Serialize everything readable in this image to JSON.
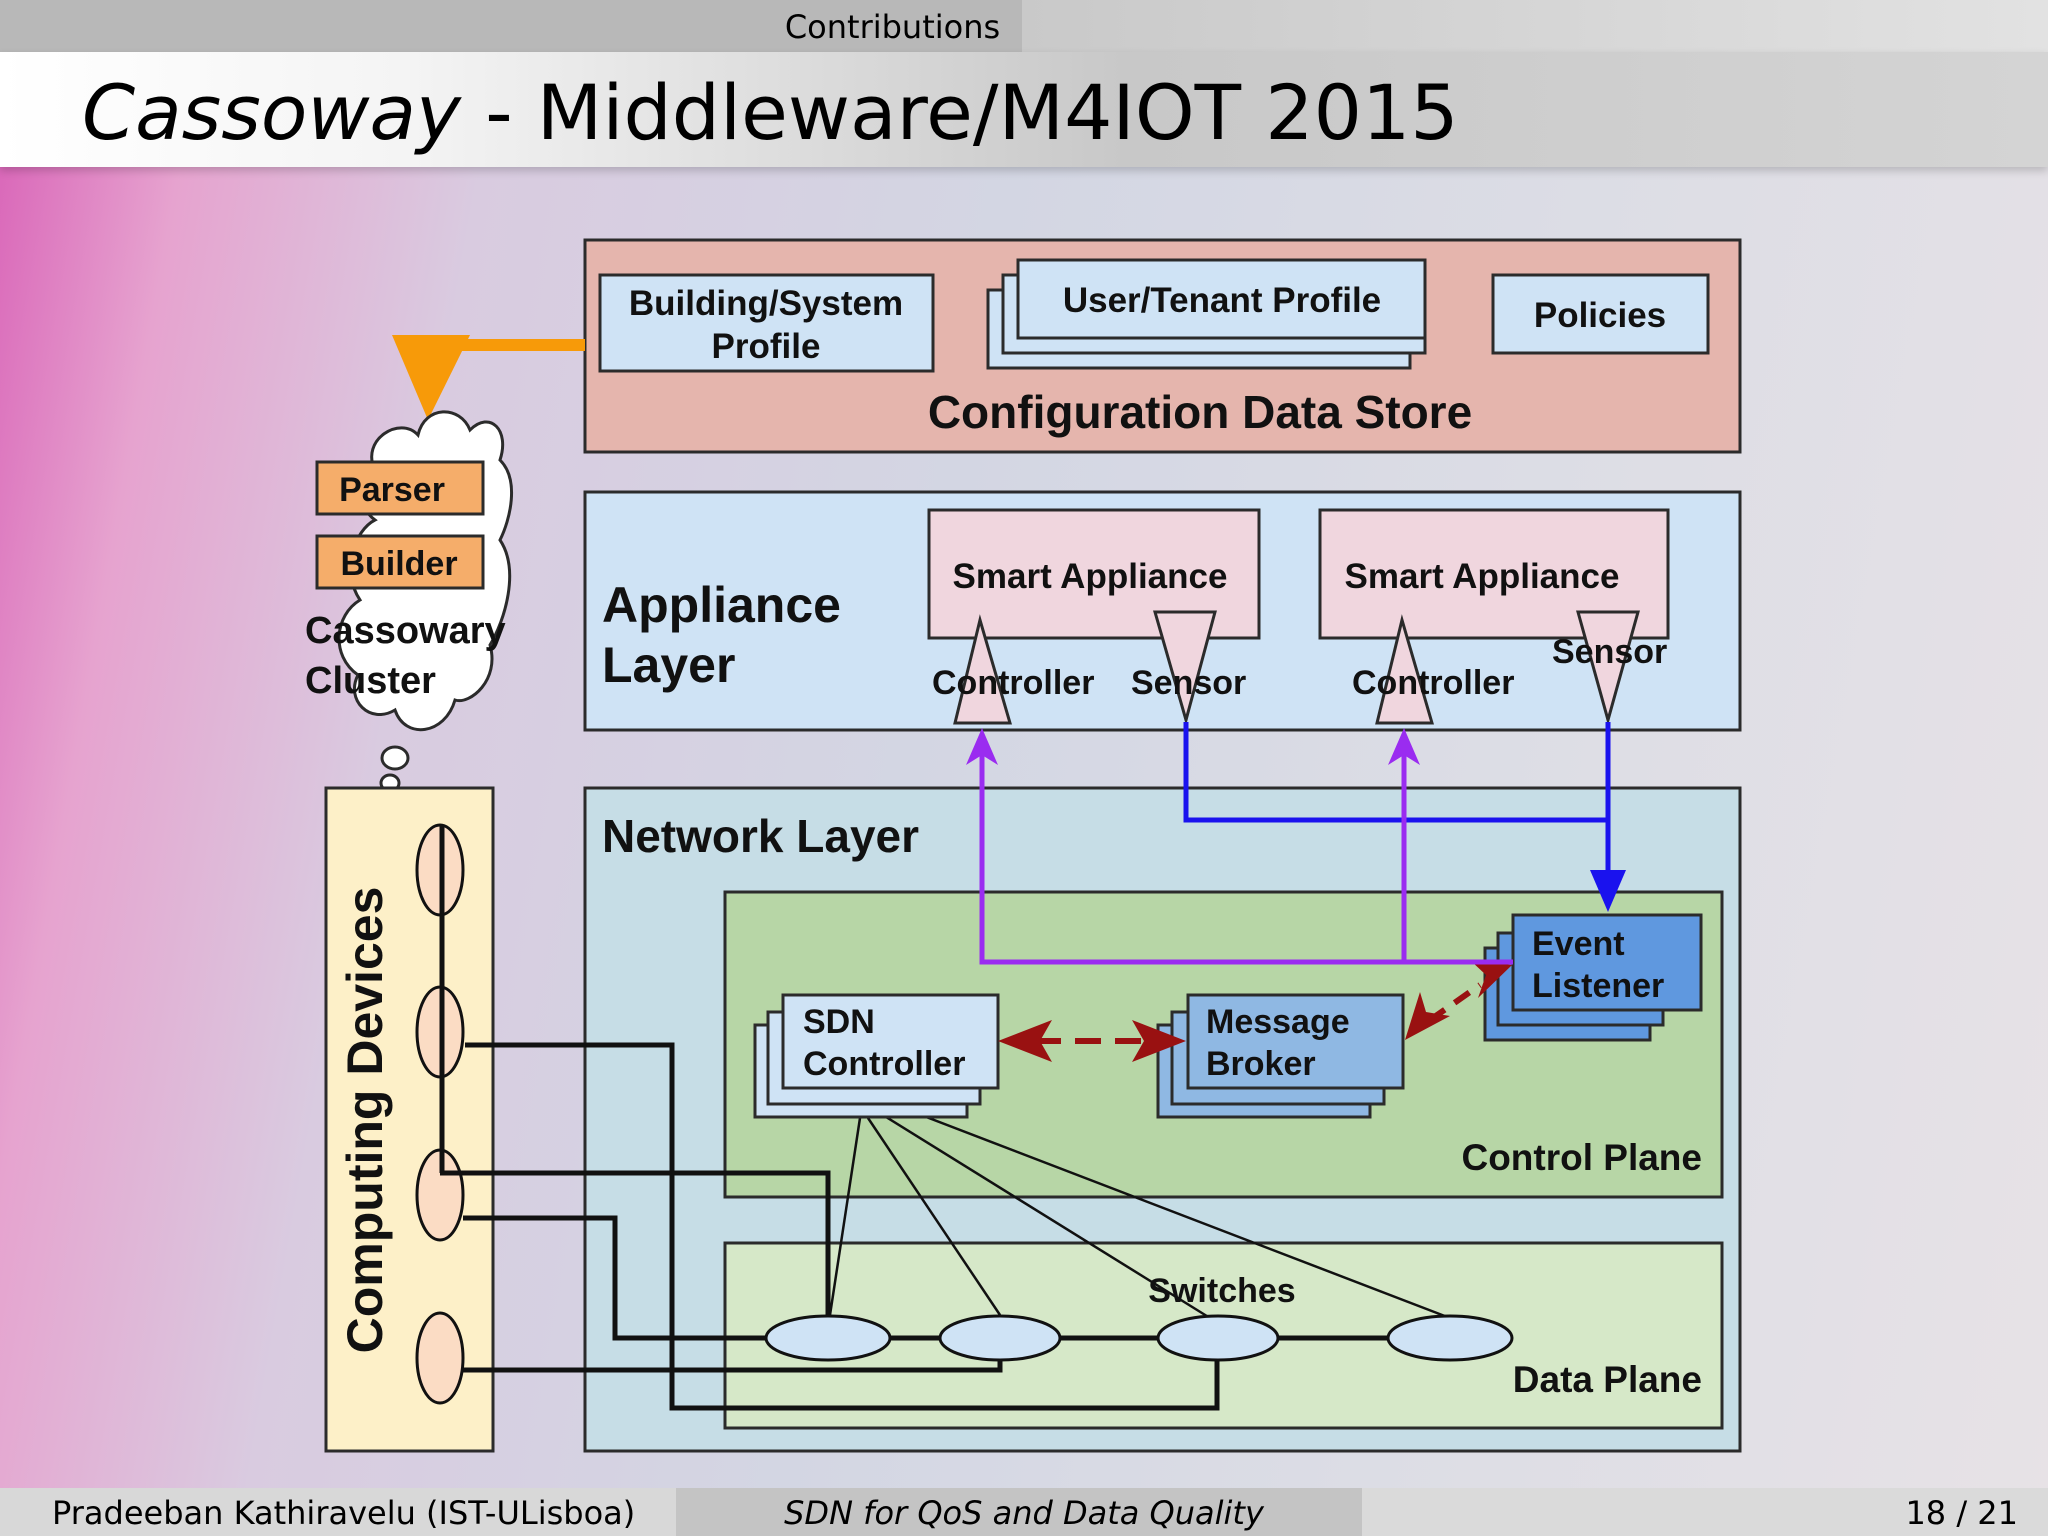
{
  "header": {
    "section": "Contributions"
  },
  "slide": {
    "title_italic": "Cassoway",
    "title_rest": " - Middleware/M4IOT 2015"
  },
  "diagram": {
    "config_store": {
      "label": "Configuration Data Store",
      "building_profile": [
        "Building/System",
        "Profile"
      ],
      "user_profile": "User/Tenant Profile",
      "policies": "Policies"
    },
    "cluster": {
      "parser": "Parser",
      "builder": "Builder",
      "label": [
        "Cassowary",
        "Cluster"
      ]
    },
    "appliance_layer": {
      "label": [
        "Appliance",
        "Layer"
      ],
      "appliance_1": {
        "title": "Smart Appliance",
        "controller": "Controller",
        "sensor": "Sensor"
      },
      "appliance_2": {
        "title": "Smart Appliance",
        "controller": "Controller",
        "sensor": "Sensor"
      }
    },
    "network_layer": {
      "label": "Network Layer",
      "control_plane": "Control Plane",
      "data_plane": "Data Plane",
      "switches": "Switches",
      "sdn_controller": [
        "SDN",
        "Controller"
      ],
      "message_broker": [
        "Message",
        "Broker"
      ],
      "event_listener": [
        "Event",
        "Listener"
      ]
    },
    "computing_devices": "Computing Devices",
    "colors": {
      "config_bg": "#e5b5ad",
      "box_blue": "#cfe3f5",
      "appliance_pink": "#f0d6de",
      "control_green": "#b7d6a6",
      "data_green": "#d6e8c8",
      "orange": "#f79a09",
      "purple": "#9a2cf0",
      "blue": "#1a12ee",
      "darkred": "#991111"
    }
  },
  "footer": {
    "author": "Pradeeban Kathiravelu  (IST-ULisboa)",
    "talk": "SDN for QoS and Data Quality",
    "page": "18 / 21"
  }
}
